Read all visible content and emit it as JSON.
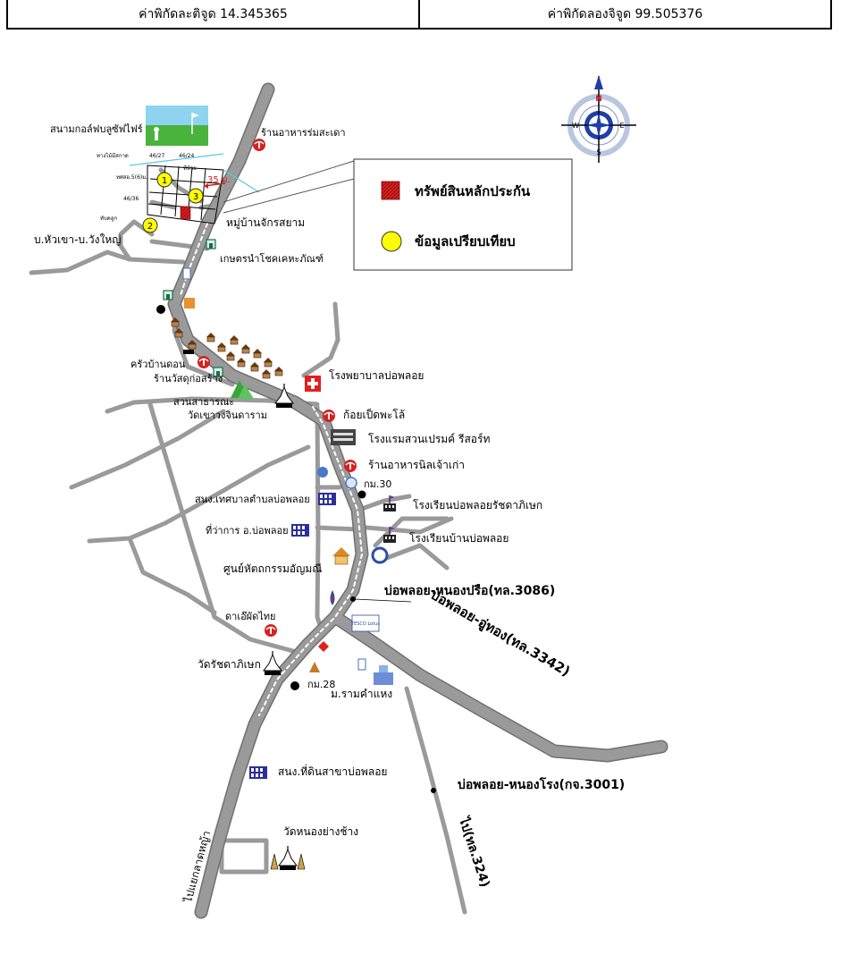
{
  "coordinates": {
    "latitude_label": "ค่าพิกัดละติจูด 14.345365",
    "longitude_label": "ค่าพิกัดลองจิจูด 99.505376"
  },
  "legend": {
    "collateral": "ทรัพย์สินหลักประกัน",
    "comparable": "ข้อมูลเปรียบเทียบ"
  },
  "compass": {
    "n": "N",
    "s": "S",
    "e": "E",
    "w": "W"
  },
  "markers": {
    "m1": "1",
    "m2": "2",
    "m3": "3"
  },
  "labels": {
    "golf": "สนามกอล์ฟบลูซัฟไฟร์",
    "ruamsakao": "ร้านอาหารร่มสะเดา",
    "village": "หมู่บ้านจักรสยาม",
    "huakhao": "บ.หัวเขา-บ.วังใหญ่",
    "kaset": "เกษตรนำโชคเคหะภัณฑ์",
    "krua": "ครัวบ้านดอน",
    "wattu": "ร้านวัสดุก่อสร้าง",
    "park": "สวนสาธารณะ",
    "watkhao": "วัดเขาวงจินดาราม",
    "hospital": "โรงพยาบาลบ่อพลอย",
    "koy": "ก้อยเป็ดพะโล้",
    "hotel": "โรงแรมสวนเปรมค์ รีสอร์ท",
    "nilchao": "ร้านอาหารนิลเจ้าเก่า",
    "km30": "กม.30",
    "tessaban": "สนง.เทศบาลตำบลบ่อพลอย",
    "school1": "โรงเรียนบ่อพลอยรัชดาภิเษก",
    "amphoe": "ที่ว่าการ อ.บ่อพลอย",
    "school2": "โรงเรียนบ้านบ่อพลอย",
    "jewel": "ศูนย์หัตถกรรมอัญมณี",
    "road3086": "บ่อพลอย-หนองปรือ(ทล.3086)",
    "dao": "ดาเอ๊ผัดไทย",
    "tesco": "TESCO Lotus",
    "watratcha": "วัดรัชดาภิเษก",
    "road3342": "บ่อพลอย-อู่ทอง(ทล.3342)",
    "km28": "กม.28",
    "ramkhamhaeng": "ม.รามคำแหง",
    "landoffice": "สนง.ที่ดินสาขาบ่อพลอย",
    "road3001": "บ่อพลอย-หนองโรง(กจ.3001)",
    "watnong": "วัดหนองย่างช้าง",
    "laddya": "ไปแยกลาดหญ้า",
    "road324": "ไป(ทล.324)",
    "dist35": "35 ม.",
    "tiny1": "ทางไม้มีสกาด",
    "tiny2": "46/27",
    "tiny3": "46/24",
    "tiny4": "ทีห้วย",
    "tiny5": "ทศสอ.5(6)ม.",
    "tiny6": "46/36",
    "tiny7": "ทับคลูก"
  },
  "colors": {
    "road": "#9a9a9a",
    "road_outline": "#6f6f6f",
    "marker_fill": "#ffff00",
    "collateral_fill": "#d41f1f",
    "compass_blue": "#1f3fa8",
    "hospital_red": "#e0201b"
  }
}
